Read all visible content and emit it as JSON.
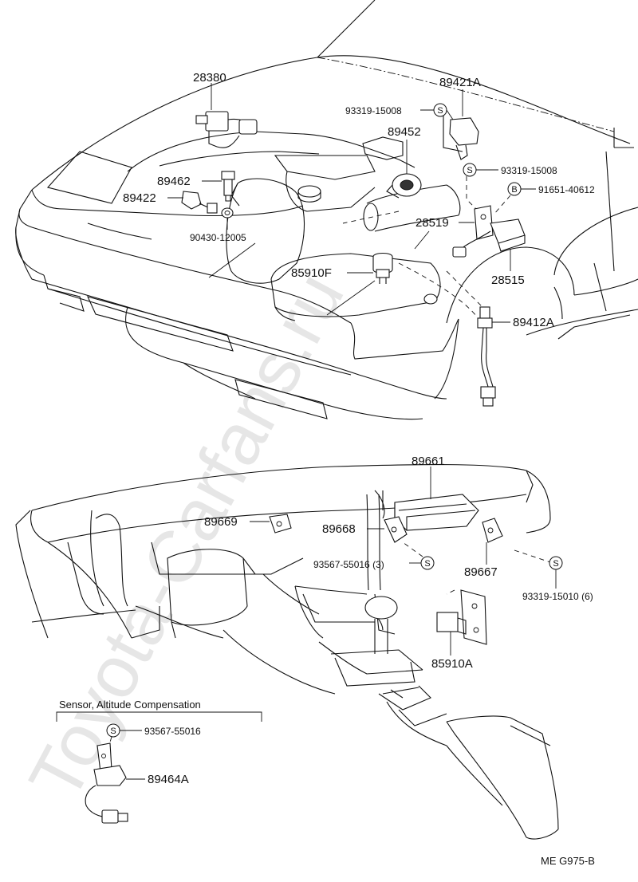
{
  "watermark": "Toyota-Carfans.ru",
  "part_labels": {
    "p28380": "28380",
    "p89421A": "89421A",
    "p93319_15008_a": "93319-15008",
    "p89452": "89452",
    "p93319_15008_b": "93319-15008",
    "p89462": "89462",
    "p89422": "89422",
    "p91651_40612": "91651-40612",
    "p28519": "28519",
    "p90430_12005": "90430-12005",
    "p85910F": "85910F",
    "p28515": "28515",
    "p89412A": "89412A",
    "p89661": "89661",
    "p89669": "89669",
    "p89668": "89668",
    "p93567_55016_3": "93567-55016 (3)",
    "p89667": "89667",
    "p93319_15010_6": "93319-15010 (6)",
    "p85910A": "85910A",
    "p93567_55016": "93567-55016",
    "p89464A": "89464A"
  },
  "symbols": {
    "s": "S",
    "b": "B"
  },
  "inset_title": "Sensor, Altitude Compensation",
  "figure_code": "ME  G975-B"
}
